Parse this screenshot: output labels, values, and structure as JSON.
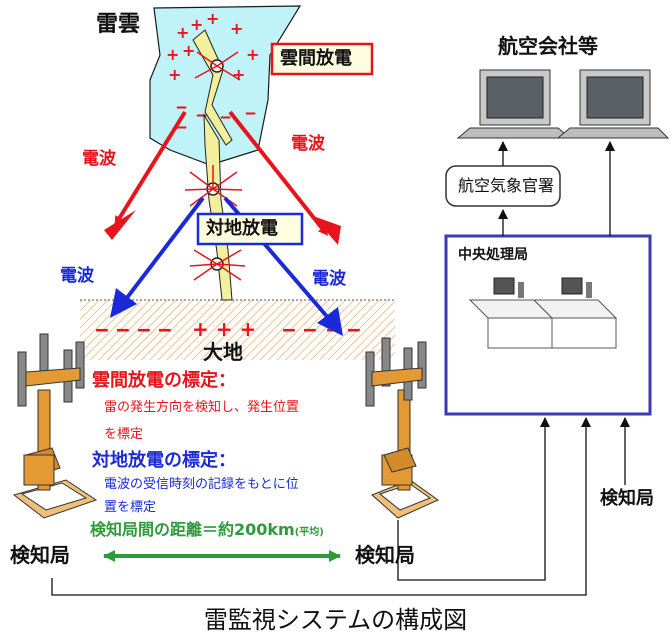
{
  "labels": {
    "thundercloud": "雷雲",
    "airline": "航空会社等",
    "intracloud_box": "雲間放電",
    "radio_left_top": "電波",
    "radio_right_top": "電波",
    "radio_left_low": "電波",
    "radio_right_low": "電波",
    "ground_discharge_box": "対地放電",
    "aviation_office": "航空気象官署",
    "central_station": "中央処理局",
    "ground": "大地",
    "ic_title": "雲間放電の標定：",
    "ic_desc_1": "雷の発生方向を検知し、発生位置",
    "ic_desc_2": "を標定",
    "cg_title": "対地放電の標定：",
    "cg_desc_1": "電波の受信時刻の記録をもとに位",
    "cg_desc_2": "置を標定",
    "distance_main": "検知局間の距離＝約200km",
    "distance_note": "(平均)",
    "detector_left": "検知局",
    "detector_right": "検知局",
    "detector_far": "検知局",
    "caption": "雷監視システムの構成図"
  },
  "colors": {
    "cloud": "#bff3f8",
    "charge_red": "#e8141b",
    "wave_red": "#e8141b",
    "wave_blue": "#1a2ad6",
    "green": "#2f9a3a",
    "box_border_blue": "#3a3ab8",
    "lightning": "#f3ef9c",
    "ground_hatch": "#e9b47a",
    "tower": "#e39a35"
  },
  "icons": [
    "lightning-bolt-icon",
    "detector-tower-icon",
    "computer-terminal-icon",
    "desk-computer-icon"
  ]
}
